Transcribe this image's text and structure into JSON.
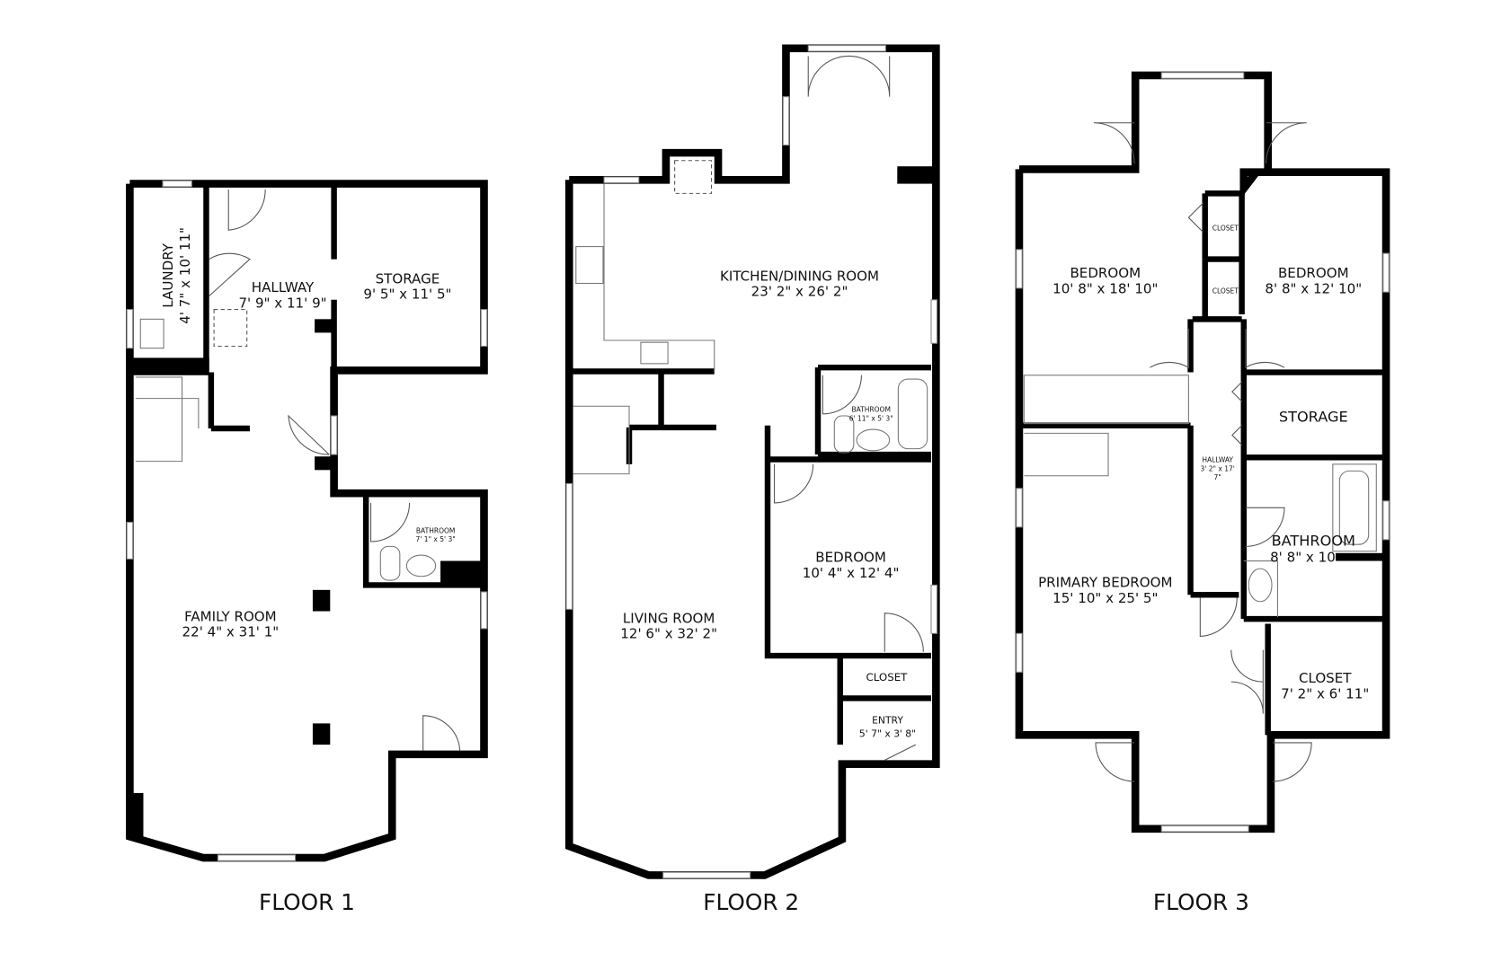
{
  "floors": [
    {
      "label": "FLOOR 1",
      "rooms": [
        {
          "name": "LAUNDRY",
          "dims": "4' 7\" x 10' 11\""
        },
        {
          "name": "HALLWAY",
          "dims": "7' 9\" x 11' 9\""
        },
        {
          "name": "STORAGE",
          "dims": "9' 5\" x 11' 5\""
        },
        {
          "name": "BATHROOM",
          "dims": "7' 1\" x 5' 3\""
        },
        {
          "name": "FAMILY ROOM",
          "dims": "22' 4\" x 31' 1\""
        }
      ]
    },
    {
      "label": "FLOOR 2",
      "rooms": [
        {
          "name": "KITCHEN/DINING ROOM",
          "dims": "23' 2\" x 26' 2\""
        },
        {
          "name": "BATHROOM",
          "dims": "6' 11\" x 5' 3\""
        },
        {
          "name": "BEDROOM",
          "dims": "10' 4\" x 12' 4\""
        },
        {
          "name": "LIVING ROOM",
          "dims": "12' 6\" x 32' 2\""
        },
        {
          "name": "CLOSET",
          "dims": ""
        },
        {
          "name": "ENTRY",
          "dims": "5' 7\" x 3' 8\""
        }
      ]
    },
    {
      "label": "FLOOR 3",
      "rooms": [
        {
          "name": "BEDROOM",
          "dims": "10' 8\" x 18' 10\""
        },
        {
          "name": "CLOSET",
          "dims": ""
        },
        {
          "name": "CLOSET",
          "dims": ""
        },
        {
          "name": "BEDROOM",
          "dims": "8' 8\" x 12' 10\""
        },
        {
          "name": "STORAGE",
          "dims": ""
        },
        {
          "name": "HALLWAY",
          "dims": "3' 2\" x 17'",
          "dims2": "7\""
        },
        {
          "name": "BATHROOM",
          "dims": "8' 8\" x 10"
        },
        {
          "name": "PRIMARY BEDROOM",
          "dims": "15' 10\" x 25' 5\""
        },
        {
          "name": "CLOSET",
          "dims": "7' 2\" x 6' 11\""
        }
      ]
    }
  ]
}
